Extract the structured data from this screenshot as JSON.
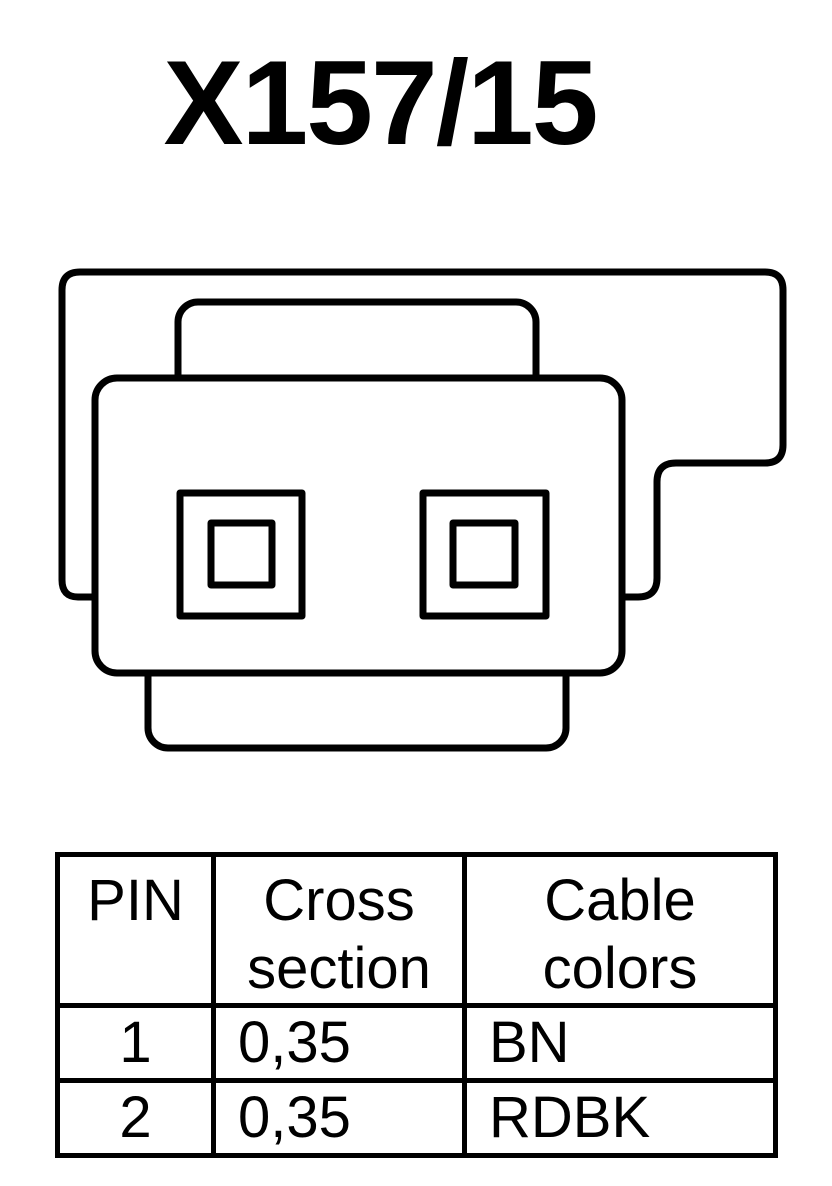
{
  "title": "X157/15",
  "table": {
    "headers": {
      "pin": "PIN",
      "cross_section": [
        "Cross",
        "section"
      ],
      "cable_colors": [
        "Cable",
        "colors"
      ]
    },
    "rows": [
      {
        "pin": "1",
        "cross_section": "0,35",
        "cable_color": "BN"
      },
      {
        "pin": "2",
        "cross_section": "0,35",
        "cable_color": "RDBK"
      }
    ]
  }
}
